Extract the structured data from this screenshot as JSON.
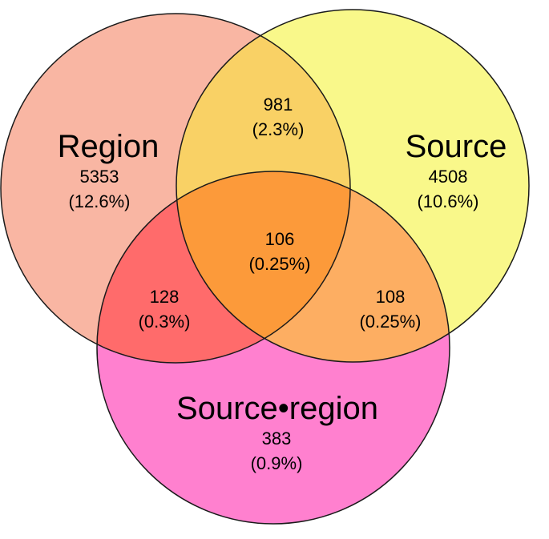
{
  "sets": {
    "region": {
      "label": "Region",
      "count": "5353",
      "pct": "(12.6%)",
      "color": "#F9B6A3"
    },
    "source": {
      "label": "Source",
      "count": "4508",
      "pct": "(10.6%)",
      "color": "#F9F88A"
    },
    "source_region": {
      "label": "Source•region",
      "count": "383",
      "pct": "(0.9%)",
      "color": "#FF80CF"
    }
  },
  "intersections": {
    "region_source": {
      "count": "981",
      "pct": "(2.3%)",
      "color": "#F9D165"
    },
    "region_source_region": {
      "count": "128",
      "pct": "(0.3%)",
      "color": "#FF6B6B"
    },
    "source_source_region": {
      "count": "108",
      "pct": "(0.25%)",
      "color": "#FDAE62"
    },
    "all": {
      "count": "106",
      "pct": "(0.25%)",
      "color": "#FC9A3A"
    }
  }
}
